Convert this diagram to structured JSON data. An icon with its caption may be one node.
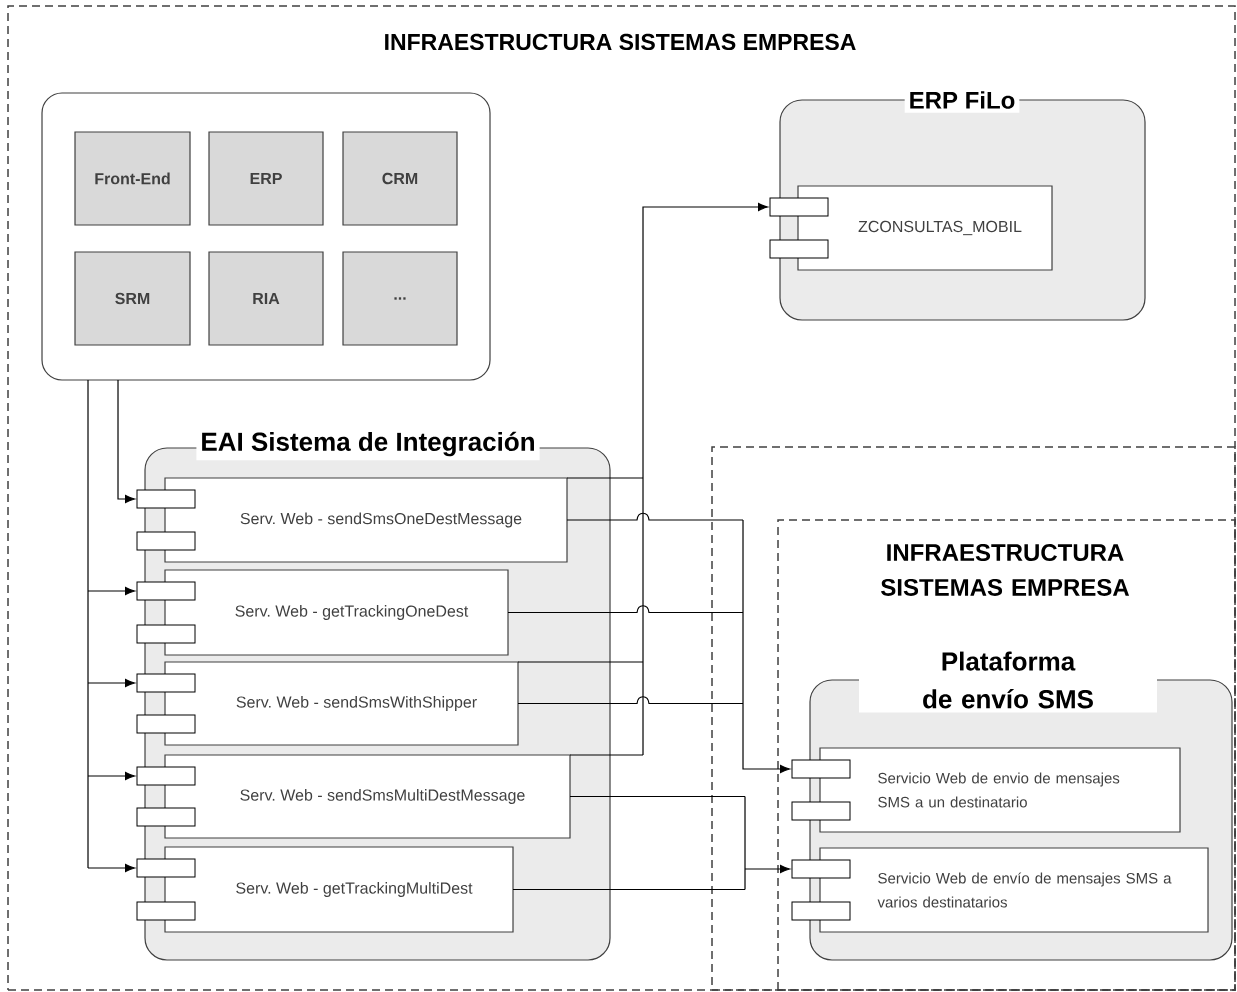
{
  "diagram": {
    "nodes": [
      {
        "text": [
          "INFRAESTRUCTURA SISTEMAS EMPRESA"
        ]
      },
      {
        "text": [],
        "shape": "box",
        "in": 0
      },
      {
        "text": [
          "Front-End"
        ],
        "in": 1
      },
      {
        "text": [
          "ERP"
        ],
        "in": 1
      },
      {
        "text": [
          "CRM"
        ],
        "in": 1
      },
      {
        "text": [
          "SRM"
        ],
        "in": 1
      },
      {
        "text": [
          "RIA"
        ],
        "in": 1
      },
      {
        "text": [
          "..."
        ],
        "in": 1
      },
      {
        "text": [
          "EAI Sistema de Integración"
        ],
        "in": 0
      },
      {
        "text": [
          "Serv. Web - sendSmsOneDestMessage"
        ],
        "in": 8
      },
      {
        "text": [
          "Serv. Web - getTrackingOneDest"
        ],
        "in": 8
      },
      {
        "text": [
          "Serv. Web - sendSmsWithShipper"
        ],
        "in": 8
      },
      {
        "text": [
          "Serv. Web - sendSmsMultiDestMessage"
        ],
        "in": 8
      },
      {
        "text": [
          "Serv. Web - getTrackingMultiDest"
        ],
        "in": 8
      },
      {
        "text": [
          "ERP FiLo"
        ],
        "in": 0
      },
      {
        "text": [
          "ZCONSULTAS_MOBIL"
        ],
        "in": 14
      },
      {
        "text": [],
        "shape": "box",
        "in": 0
      },
      {
        "text": [
          "INFRAESTRUCTURA SISTEMAS EMPRESA"
        ],
        "in": 16
      },
      {
        "text": [
          "Plataforma de envío SMS"
        ],
        "in": 17
      },
      {
        "text": [
          "Servicio Web de envio de mensajes SMS a un destinatario"
        ],
        "in": 18
      },
      {
        "text": [
          "Servicio Web de envío de mensajes SMS a varios destinatarios"
        ],
        "in": 18
      }
    ],
    "edges": [
      {
        "from": 1,
        "to": 9,
        "arrow": "to"
      },
      {
        "from": 1,
        "to": 10,
        "arrow": "to"
      },
      {
        "from": 1,
        "to": 11,
        "arrow": "to"
      },
      {
        "from": 1,
        "to": 12,
        "arrow": "to"
      },
      {
        "from": 1,
        "to": 13,
        "arrow": "to"
      },
      {
        "from": 9,
        "to": 15,
        "arrow": "to"
      },
      {
        "from": 11,
        "to": 15,
        "arrow": "to"
      },
      {
        "from": 12,
        "to": 15,
        "arrow": "to"
      },
      {
        "from": 9,
        "to": 19,
        "arrow": "to"
      },
      {
        "from": 10,
        "to": 19,
        "arrow": "to"
      },
      {
        "from": 11,
        "to": 19,
        "arrow": "to"
      },
      {
        "from": 12,
        "to": 20,
        "arrow": "to"
      },
      {
        "from": 13,
        "to": 20,
        "arrow": "to"
      }
    ]
  }
}
